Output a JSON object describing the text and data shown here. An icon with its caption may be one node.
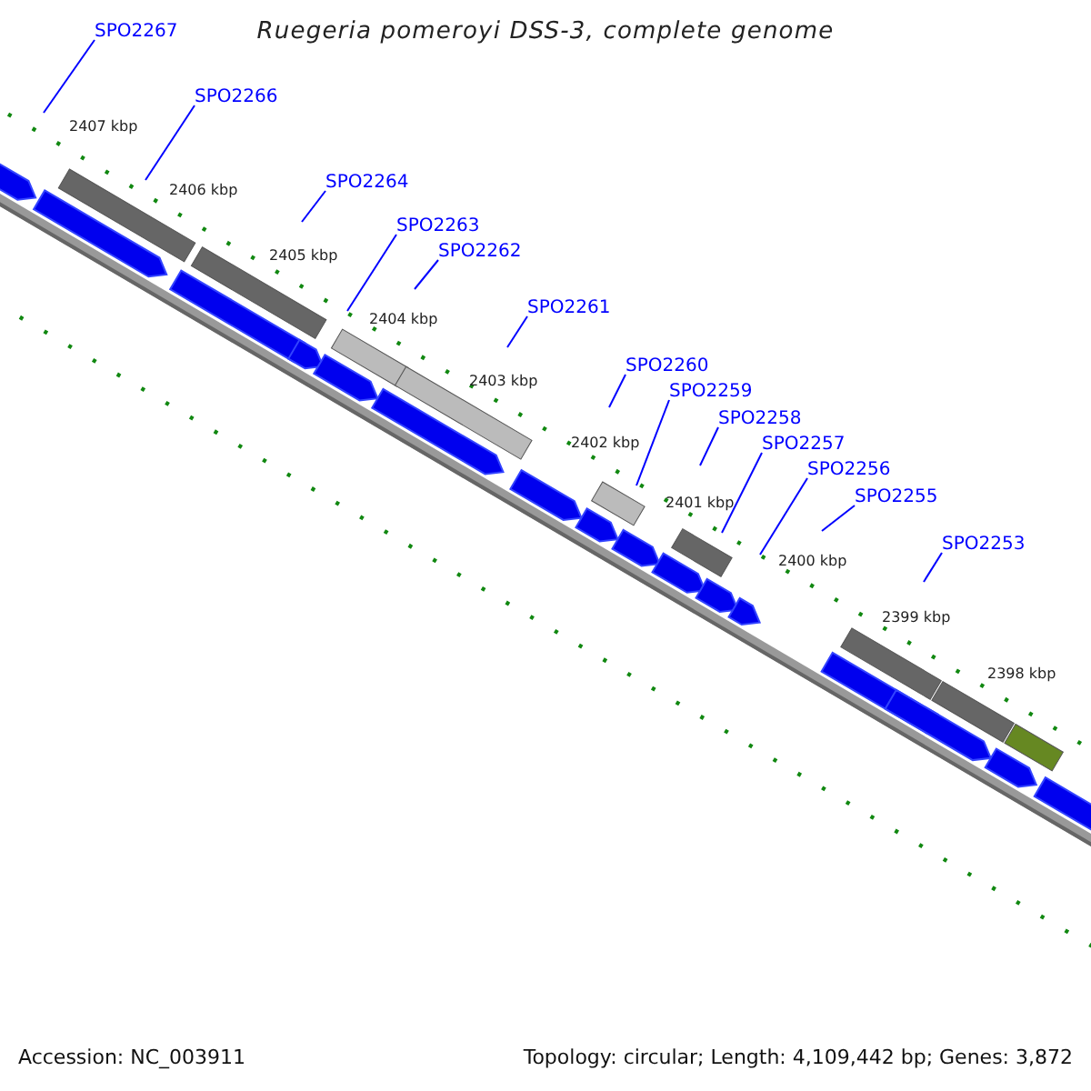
{
  "diagram": {
    "title": "Ruegeria pomeroyi DSS-3, complete genome",
    "nodes": [
      {
        "text": [
          "SPO2267"
        ]
      },
      {
        "text": [
          "SPO2266"
        ]
      },
      {
        "text": [
          "SPO2264"
        ]
      },
      {
        "text": [
          "SPO2263"
        ]
      },
      {
        "text": [
          "SPO2262"
        ]
      },
      {
        "text": [
          "SPO2261"
        ]
      },
      {
        "text": [
          "SPO2260"
        ]
      },
      {
        "text": [
          "SPO2259"
        ]
      },
      {
        "text": [
          "SPO2258"
        ]
      },
      {
        "text": [
          "SPO2257"
        ]
      },
      {
        "text": [
          "SPO2256"
        ]
      },
      {
        "text": [
          "SPO2255"
        ]
      },
      {
        "text": [
          "SPO2253"
        ]
      }
    ],
    "edges": [
      {
        "from": 0,
        "to": null,
        "arrow": "none"
      },
      {
        "from": 1,
        "to": null,
        "arrow": "none"
      },
      {
        "from": 2,
        "to": null,
        "arrow": "none"
      },
      {
        "from": 3,
        "to": null,
        "arrow": "none"
      },
      {
        "from": 4,
        "to": null,
        "arrow": "none"
      },
      {
        "from": 5,
        "to": null,
        "arrow": "none"
      },
      {
        "from": 6,
        "to": null,
        "arrow": "none"
      },
      {
        "from": 7,
        "to": null,
        "arrow": "none"
      },
      {
        "from": 8,
        "to": null,
        "arrow": "none"
      },
      {
        "from": 9,
        "to": null,
        "arrow": "none"
      },
      {
        "from": 10,
        "to": null,
        "arrow": "none"
      },
      {
        "from": 11,
        "to": null,
        "arrow": "none"
      },
      {
        "from": 12,
        "to": null,
        "arrow": "none"
      }
    ],
    "labels": [
      "2407 kbp",
      "2406 kbp",
      "2405 kbp",
      "2404 kbp",
      "2403 kbp",
      "2402 kbp",
      "2401 kbp",
      "2400 kbp",
      "2399 kbp",
      "2398 kbp",
      "Accession: NC_003911",
      "Topology: circular; Length: 4,109,442 bp; Genes: 3,872"
    ]
  }
}
